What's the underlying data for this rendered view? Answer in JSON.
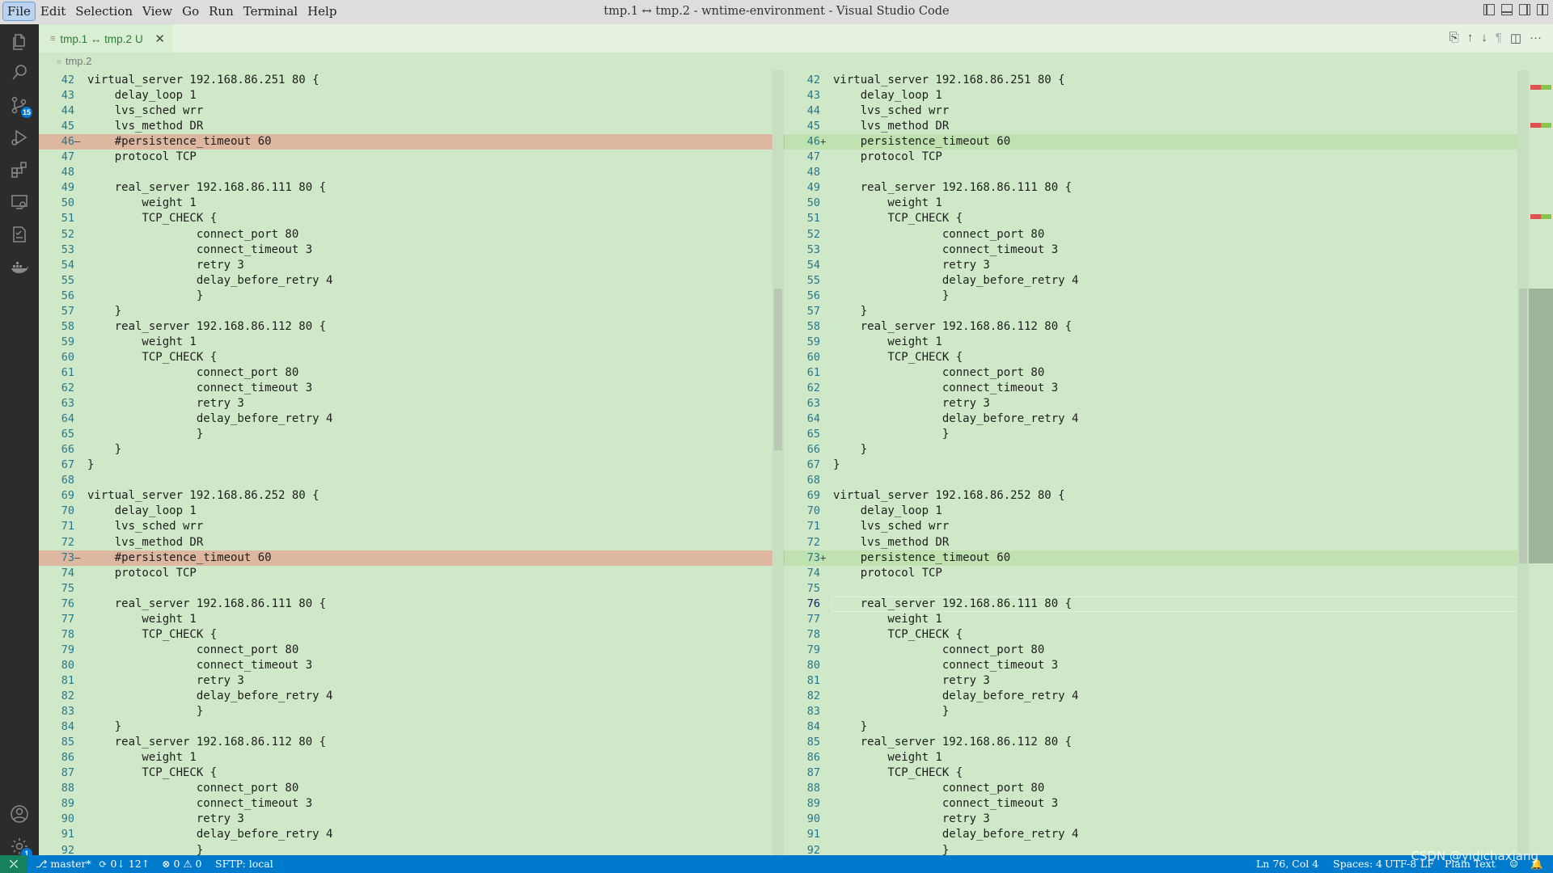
{
  "window": {
    "title": "tmp.1 ↔ tmp.2 - wntime-environment - Visual Studio Code",
    "menus": [
      "File",
      "Edit",
      "Selection",
      "View",
      "Go",
      "Run",
      "Terminal",
      "Help"
    ]
  },
  "activity_bar": {
    "items": [
      "files-icon",
      "search-icon",
      "source-control-icon",
      "run-debug-icon",
      "extensions-icon",
      "remote-explorer-icon",
      "testing-icon",
      "docker-icon"
    ],
    "source_control_badge": "15",
    "bottom": [
      "account-icon",
      "settings-icon"
    ],
    "settings_badge": "1"
  },
  "tab": {
    "label": "tmp.1 ↔ tmp.2",
    "status": "U"
  },
  "breadcrumb": {
    "file": "tmp.2"
  },
  "editor_actions": [
    "open-file-icon",
    "previous-change-icon",
    "next-change-icon",
    "show-whitespace-icon",
    "split-editor-icon",
    "more-actions-icon"
  ],
  "diff": {
    "left": [
      {
        "n": "42",
        "t": "virtual_server 192.168.86.251 80 {"
      },
      {
        "n": "43",
        "t": "    delay_loop 1"
      },
      {
        "n": "44",
        "t": "    lvs_sched wrr"
      },
      {
        "n": "45",
        "t": "    lvs_method DR"
      },
      {
        "n": "46",
        "t": "    #persistence_timeout 60",
        "k": "removed"
      },
      {
        "n": "47",
        "t": "    protocol TCP"
      },
      {
        "n": "48",
        "t": ""
      },
      {
        "n": "49",
        "t": "    real_server 192.168.86.111 80 {"
      },
      {
        "n": "50",
        "t": "        weight 1"
      },
      {
        "n": "51",
        "t": "        TCP_CHECK {"
      },
      {
        "n": "52",
        "t": "                connect_port 80"
      },
      {
        "n": "53",
        "t": "                connect_timeout 3"
      },
      {
        "n": "54",
        "t": "                retry 3"
      },
      {
        "n": "55",
        "t": "                delay_before_retry 4"
      },
      {
        "n": "56",
        "t": "                }"
      },
      {
        "n": "57",
        "t": "    }"
      },
      {
        "n": "58",
        "t": "    real_server 192.168.86.112 80 {"
      },
      {
        "n": "59",
        "t": "        weight 1"
      },
      {
        "n": "60",
        "t": "        TCP_CHECK {"
      },
      {
        "n": "61",
        "t": "                connect_port 80"
      },
      {
        "n": "62",
        "t": "                connect_timeout 3"
      },
      {
        "n": "63",
        "t": "                retry 3"
      },
      {
        "n": "64",
        "t": "                delay_before_retry 4"
      },
      {
        "n": "65",
        "t": "                }"
      },
      {
        "n": "66",
        "t": "    }"
      },
      {
        "n": "67",
        "t": "}"
      },
      {
        "n": "68",
        "t": ""
      },
      {
        "n": "69",
        "t": "virtual_server 192.168.86.252 80 {"
      },
      {
        "n": "70",
        "t": "    delay_loop 1"
      },
      {
        "n": "71",
        "t": "    lvs_sched wrr"
      },
      {
        "n": "72",
        "t": "    lvs_method DR"
      },
      {
        "n": "73",
        "t": "    #persistence_timeout 60",
        "k": "removed"
      },
      {
        "n": "74",
        "t": "    protocol TCP"
      },
      {
        "n": "75",
        "t": ""
      },
      {
        "n": "76",
        "t": "    real_server 192.168.86.111 80 {"
      },
      {
        "n": "77",
        "t": "        weight 1"
      },
      {
        "n": "78",
        "t": "        TCP_CHECK {"
      },
      {
        "n": "79",
        "t": "                connect_port 80"
      },
      {
        "n": "80",
        "t": "                connect_timeout 3"
      },
      {
        "n": "81",
        "t": "                retry 3"
      },
      {
        "n": "82",
        "t": "                delay_before_retry 4"
      },
      {
        "n": "83",
        "t": "                }"
      },
      {
        "n": "84",
        "t": "    }"
      },
      {
        "n": "85",
        "t": "    real_server 192.168.86.112 80 {"
      },
      {
        "n": "86",
        "t": "        weight 1"
      },
      {
        "n": "87",
        "t": "        TCP_CHECK {"
      },
      {
        "n": "88",
        "t": "                connect_port 80"
      },
      {
        "n": "89",
        "t": "                connect_timeout 3"
      },
      {
        "n": "90",
        "t": "                retry 3"
      },
      {
        "n": "91",
        "t": "                delay_before_retry 4"
      },
      {
        "n": "92",
        "t": "                }"
      }
    ],
    "right": [
      {
        "n": "42",
        "t": "virtual_server 192.168.86.251 80 {"
      },
      {
        "n": "43",
        "t": "    delay_loop 1"
      },
      {
        "n": "44",
        "t": "    lvs_sched wrr"
      },
      {
        "n": "45",
        "t": "    lvs_method DR"
      },
      {
        "n": "46",
        "t": "    persistence_timeout 60",
        "k": "added"
      },
      {
        "n": "47",
        "t": "    protocol TCP"
      },
      {
        "n": "48",
        "t": ""
      },
      {
        "n": "49",
        "t": "    real_server 192.168.86.111 80 {"
      },
      {
        "n": "50",
        "t": "        weight 1"
      },
      {
        "n": "51",
        "t": "        TCP_CHECK {"
      },
      {
        "n": "52",
        "t": "                connect_port 80"
      },
      {
        "n": "53",
        "t": "                connect_timeout 3"
      },
      {
        "n": "54",
        "t": "                retry 3"
      },
      {
        "n": "55",
        "t": "                delay_before_retry 4"
      },
      {
        "n": "56",
        "t": "                }"
      },
      {
        "n": "57",
        "t": "    }"
      },
      {
        "n": "58",
        "t": "    real_server 192.168.86.112 80 {"
      },
      {
        "n": "59",
        "t": "        weight 1"
      },
      {
        "n": "60",
        "t": "        TCP_CHECK {"
      },
      {
        "n": "61",
        "t": "                connect_port 80"
      },
      {
        "n": "62",
        "t": "                connect_timeout 3"
      },
      {
        "n": "63",
        "t": "                retry 3"
      },
      {
        "n": "64",
        "t": "                delay_before_retry 4"
      },
      {
        "n": "65",
        "t": "                }"
      },
      {
        "n": "66",
        "t": "    }"
      },
      {
        "n": "67",
        "t": "}"
      },
      {
        "n": "68",
        "t": ""
      },
      {
        "n": "69",
        "t": "virtual_server 192.168.86.252 80 {"
      },
      {
        "n": "70",
        "t": "    delay_loop 1"
      },
      {
        "n": "71",
        "t": "    lvs_sched wrr"
      },
      {
        "n": "72",
        "t": "    lvs_method DR"
      },
      {
        "n": "73",
        "t": "    persistence_timeout 60",
        "k": "added"
      },
      {
        "n": "74",
        "t": "    protocol TCP"
      },
      {
        "n": "75",
        "t": ""
      },
      {
        "n": "76",
        "t": "    real_server 192.168.86.111 80 {",
        "k": "cur"
      },
      {
        "n": "77",
        "t": "        weight 1"
      },
      {
        "n": "78",
        "t": "        TCP_CHECK {"
      },
      {
        "n": "79",
        "t": "                connect_port 80"
      },
      {
        "n": "80",
        "t": "                connect_timeout 3"
      },
      {
        "n": "81",
        "t": "                retry 3"
      },
      {
        "n": "82",
        "t": "                delay_before_retry 4"
      },
      {
        "n": "83",
        "t": "                }"
      },
      {
        "n": "84",
        "t": "    }"
      },
      {
        "n": "85",
        "t": "    real_server 192.168.86.112 80 {"
      },
      {
        "n": "86",
        "t": "        weight 1"
      },
      {
        "n": "87",
        "t": "        TCP_CHECK {"
      },
      {
        "n": "88",
        "t": "                connect_port 80"
      },
      {
        "n": "89",
        "t": "                connect_timeout 3"
      },
      {
        "n": "90",
        "t": "                retry 3"
      },
      {
        "n": "91",
        "t": "                delay_before_retry 4"
      },
      {
        "n": "92",
        "t": "                }"
      }
    ]
  },
  "status_bar": {
    "branch": "master*",
    "sync": "0↓ 12↑",
    "problems": "0 ⚠ 0",
    "sftp": "SFTP: local",
    "position": "Ln 76, Col 4",
    "spaces": "Spaces: 4",
    "encoding": "UTF-8",
    "eol": "LF",
    "language": "Plain Text"
  },
  "watermark": "CSDN @yidichaxiang",
  "colors": {
    "removed": "#ddb7a0",
    "added": "#c0e1b0",
    "status": "#007acc",
    "background": "#cfe8c7"
  }
}
